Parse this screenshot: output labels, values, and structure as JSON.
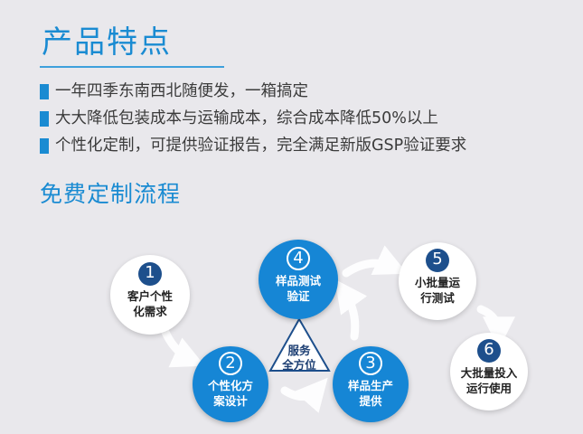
{
  "title": "产品特点",
  "features": [
    "一年四季东南西北随便发，一箱搞定",
    "大大降低包装成本与运输成本，综合成本降低50%以上",
    "个性化定制，可提供验证报告，完全满足新版GSP验证要求"
  ],
  "subtitle": "免费定制流程",
  "steps": [
    {
      "num": "1",
      "line1": "客户个性",
      "line2": "化需求"
    },
    {
      "num": "2",
      "line1": "个性化方",
      "line2": "案设计"
    },
    {
      "num": "3",
      "line1": "样品生产",
      "line2": "提供"
    },
    {
      "num": "4",
      "line1": "样品测试",
      "line2": "验证"
    },
    {
      "num": "5",
      "line1": "小批量运",
      "line2": "行测试"
    },
    {
      "num": "6",
      "line1": "大批量投入",
      "line2": "运行使用"
    }
  ],
  "center": {
    "line1": "服务",
    "line2": "全方位"
  },
  "colors": {
    "accent": "#1a8bd2",
    "dark_navy": "#1d4f8c",
    "blue_circle": "#1686d5",
    "background": "#e9e8ec"
  }
}
